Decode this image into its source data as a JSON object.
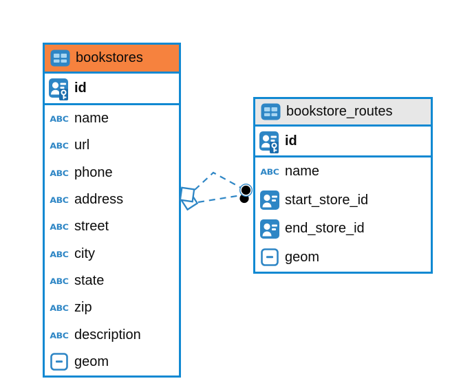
{
  "diagram": {
    "type_icon_label": "ABC",
    "colors": {
      "table_border": "#1189D2",
      "bookstores_header": "#F6823E",
      "routes_header": "#E7E7E7",
      "icon_blue": "#2E86C5",
      "icon_blue_light": "#A8D6F2",
      "connector": "#2E86C5",
      "endpoint_dot": "#000000"
    },
    "tables": [
      {
        "name": "bookstores",
        "header_style": "orange",
        "keys": [
          {
            "name": "id",
            "type": "primary-key"
          }
        ],
        "columns": [
          {
            "name": "name",
            "type": "text"
          },
          {
            "name": "url",
            "type": "text"
          },
          {
            "name": "phone",
            "type": "text"
          },
          {
            "name": "address",
            "type": "text"
          },
          {
            "name": "street",
            "type": "text"
          },
          {
            "name": "city",
            "type": "text"
          },
          {
            "name": "state",
            "type": "text"
          },
          {
            "name": "zip",
            "type": "text"
          },
          {
            "name": "description",
            "type": "text"
          },
          {
            "name": "geom",
            "type": "geometry"
          }
        ]
      },
      {
        "name": "bookstore_routes",
        "header_style": "gray",
        "keys": [
          {
            "name": "id",
            "type": "primary-key"
          }
        ],
        "columns": [
          {
            "name": "name",
            "type": "text"
          },
          {
            "name": "start_store_id",
            "type": "reference"
          },
          {
            "name": "end_store_id",
            "type": "reference"
          },
          {
            "name": "geom",
            "type": "geometry"
          }
        ]
      }
    ],
    "relationships": {
      "from_table": "bookstores",
      "to_table": "bookstore_routes",
      "line_count": 2,
      "line_style": "dashed",
      "source_marker": "overlapping-white-squares",
      "target_marker": "overlapping-black-dots"
    }
  }
}
